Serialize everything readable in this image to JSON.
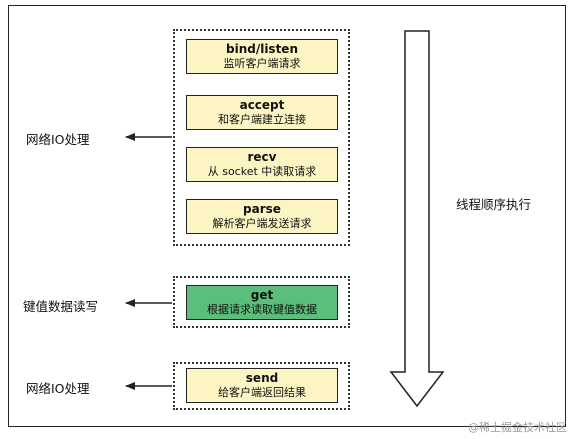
{
  "groups": [
    {
      "label": "网络IO处理",
      "steps": [
        {
          "title": "bind/listen",
          "desc": "监听客户端请求",
          "color": "#fdf4c4"
        },
        {
          "title": "accept",
          "desc": "和客户端建立连接",
          "color": "#fdf4c4"
        },
        {
          "title": "recv",
          "desc": "从 socket 中读取请求",
          "color": "#fdf4c4"
        },
        {
          "title": "parse",
          "desc": "解析客户端发送请求",
          "color": "#fdf4c4"
        }
      ]
    },
    {
      "label": "键值数据读写",
      "steps": [
        {
          "title": "get",
          "desc": "根据请求读取键值数据",
          "color": "#5bbf7b"
        }
      ]
    },
    {
      "label": "网络IO处理",
      "steps": [
        {
          "title": "send",
          "desc": "给客户端返回结果",
          "color": "#fdf4c4"
        }
      ]
    }
  ],
  "flow_label": "线程顺序执行",
  "watermark": "@稀土掘金技术社区"
}
